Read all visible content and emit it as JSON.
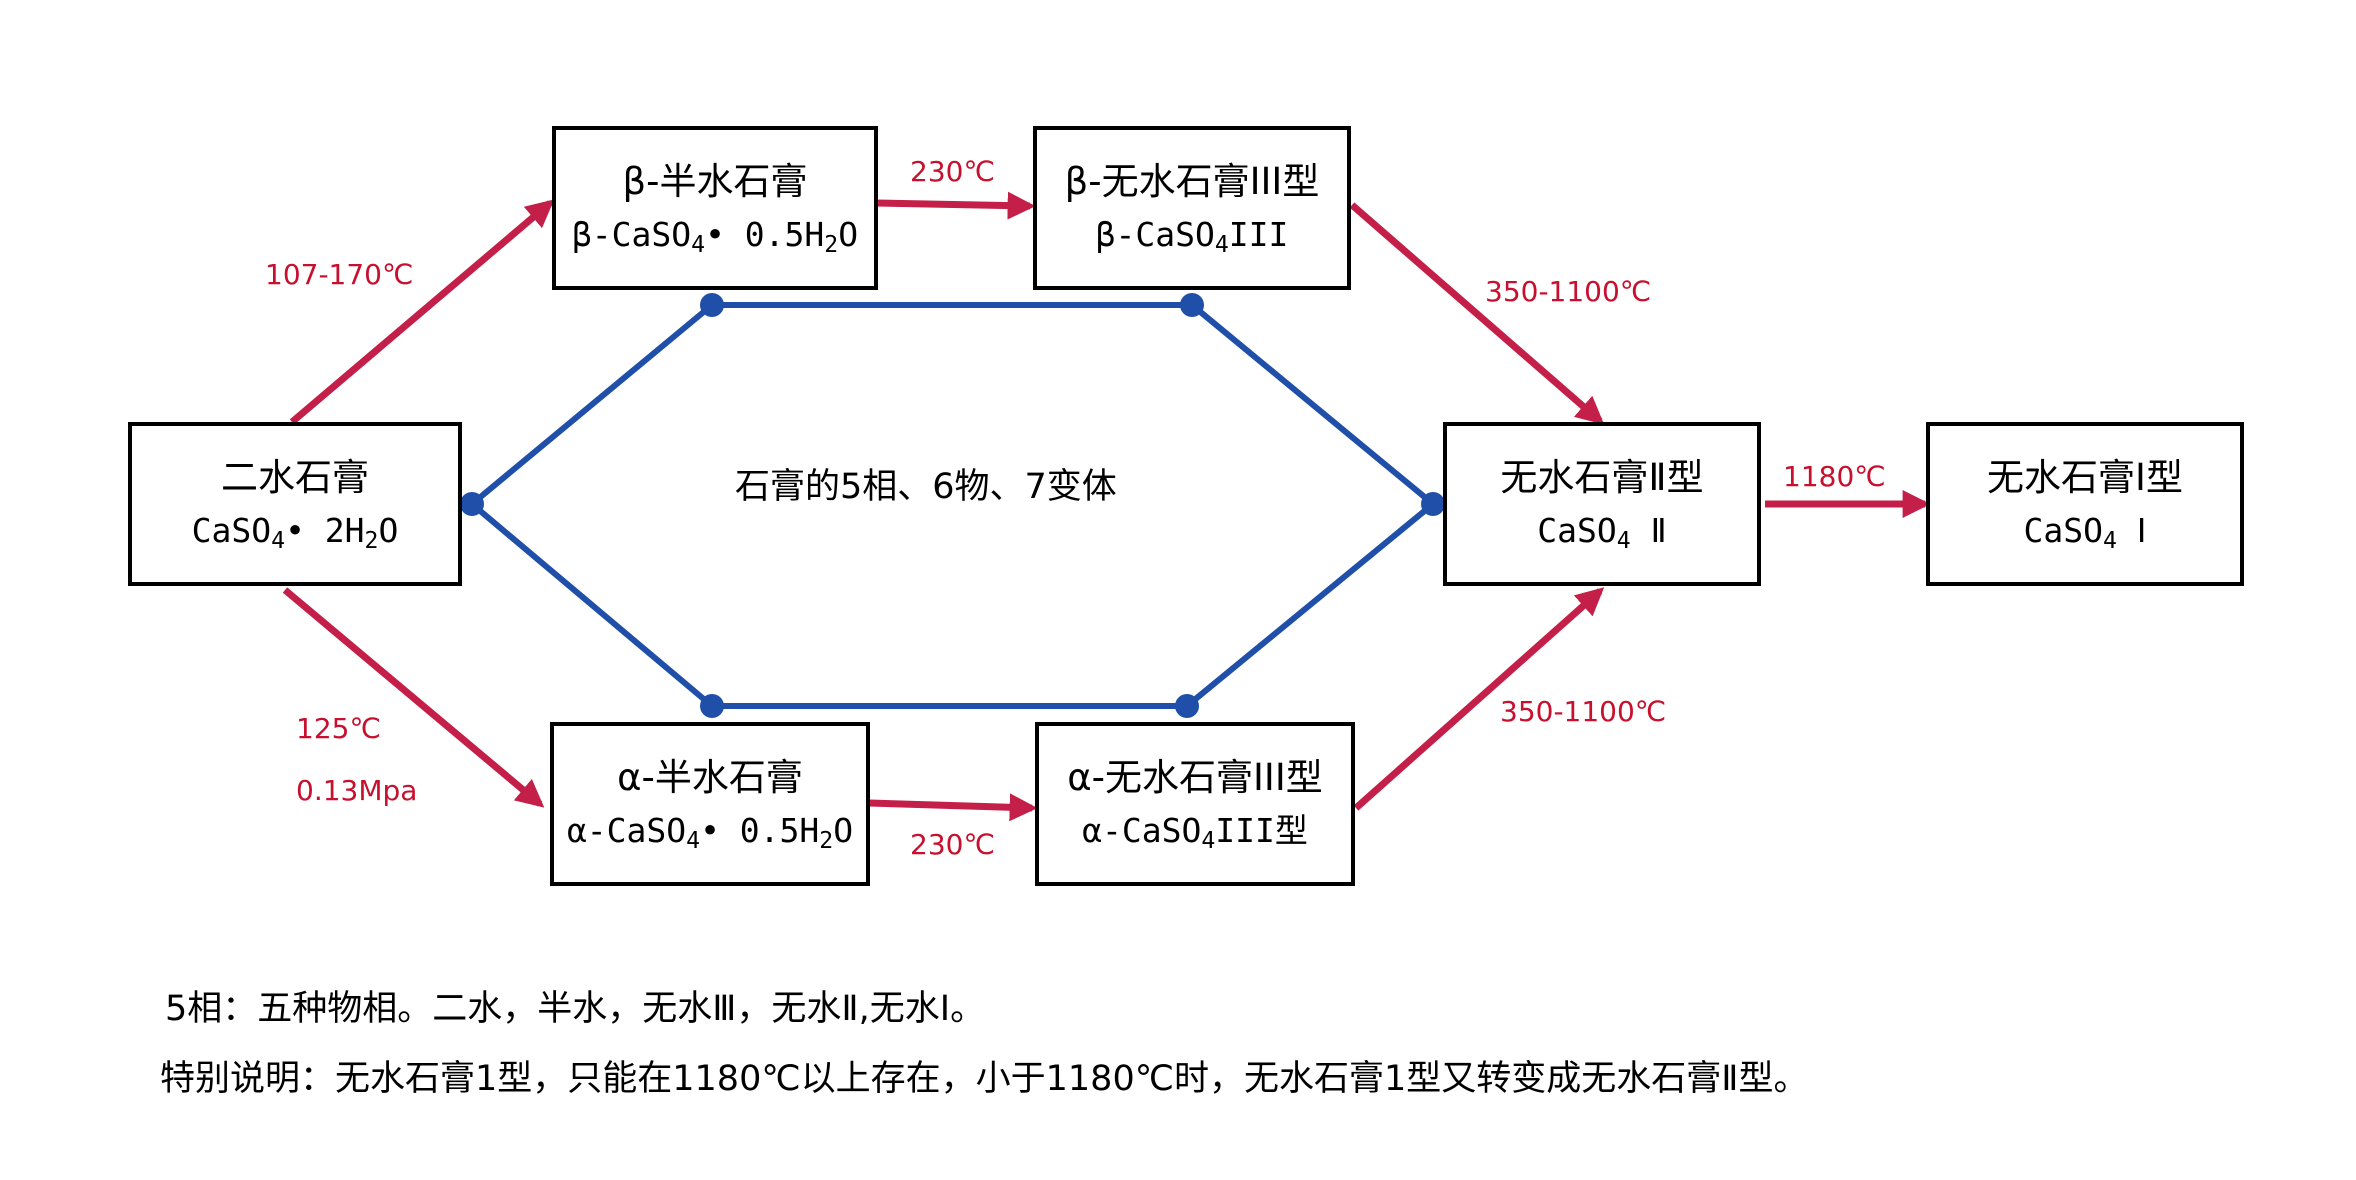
{
  "center_title": "石膏的5相、6物、7变体",
  "boxes": {
    "dihydrate": {
      "name": "二水石膏",
      "formula": [
        "CaSO",
        "4",
        "• 2H",
        "2",
        "O"
      ]
    },
    "beta_hemi": {
      "name": "β-半水石膏",
      "formula": [
        "β-CaSO",
        "4",
        "• 0.5H",
        "2",
        "O"
      ]
    },
    "alpha_hemi": {
      "name": "α-半水石膏",
      "formula": [
        "α-CaSO",
        "4",
        "• 0.5H",
        "2",
        "O"
      ]
    },
    "beta_anh3": {
      "name": "β-无水石膏III型",
      "formula": [
        "β-CaSO",
        "4",
        "III",
        "",
        ""
      ]
    },
    "alpha_anh3": {
      "name": "α-无水石膏III型",
      "formula": [
        "α-CaSO",
        "4",
        "III型",
        "",
        ""
      ]
    },
    "anh2": {
      "name": "无水石膏Ⅱ型",
      "formula": [
        "CaSO",
        "4",
        " Ⅱ",
        "",
        ""
      ]
    },
    "anh1": {
      "name": "无水石膏Ⅰ型",
      "formula": [
        "CaSO",
        "4",
        " Ⅰ",
        "",
        ""
      ]
    }
  },
  "labels": {
    "to_beta_hemi": "107-170℃",
    "beta_to_anh3": "230℃",
    "beta_anh3_to_anh2": "350-1100℃",
    "anh2_to_anh1": "1180℃",
    "to_alpha_hemi_temp": "125℃",
    "to_alpha_hemi_pressure": "0.13Mpa",
    "alpha_to_anh3": "230℃",
    "alpha_anh3_to_anh2": "350-1100℃"
  },
  "notes": {
    "line1": "5相：五种物相。二水，半水，无水Ⅲ，无水Ⅱ,无水Ⅰ。",
    "line2": "特别说明：无水石膏1型，只能在1180℃以上存在，小于1180℃时，无水石膏1型又转变成无水石膏Ⅱ型。"
  },
  "colors": {
    "arrow": "#c31f48",
    "hexagon": "#1f4fa8",
    "label": "#c8102e"
  }
}
